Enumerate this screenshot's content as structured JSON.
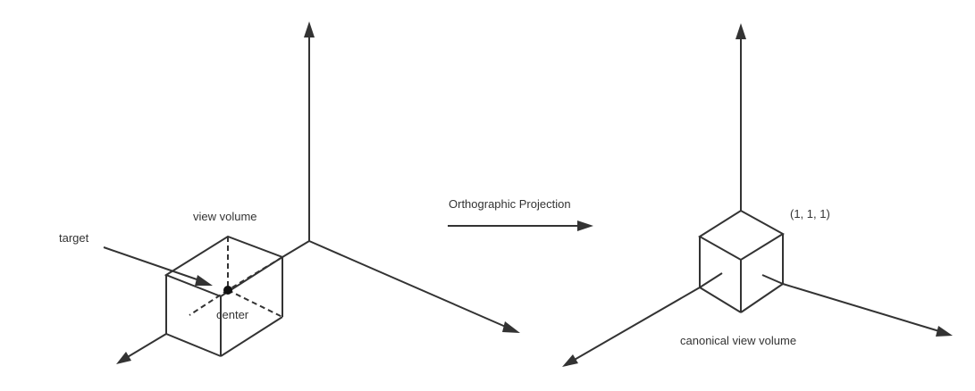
{
  "labels": {
    "view_volume": "view volume",
    "target": "target",
    "center": "center",
    "projection": "Orthographic Projection",
    "corner": "(1, 1, 1)",
    "canonical": "canonical view volume"
  },
  "colors": {
    "stroke": "#333333",
    "background": "#ffffff"
  }
}
